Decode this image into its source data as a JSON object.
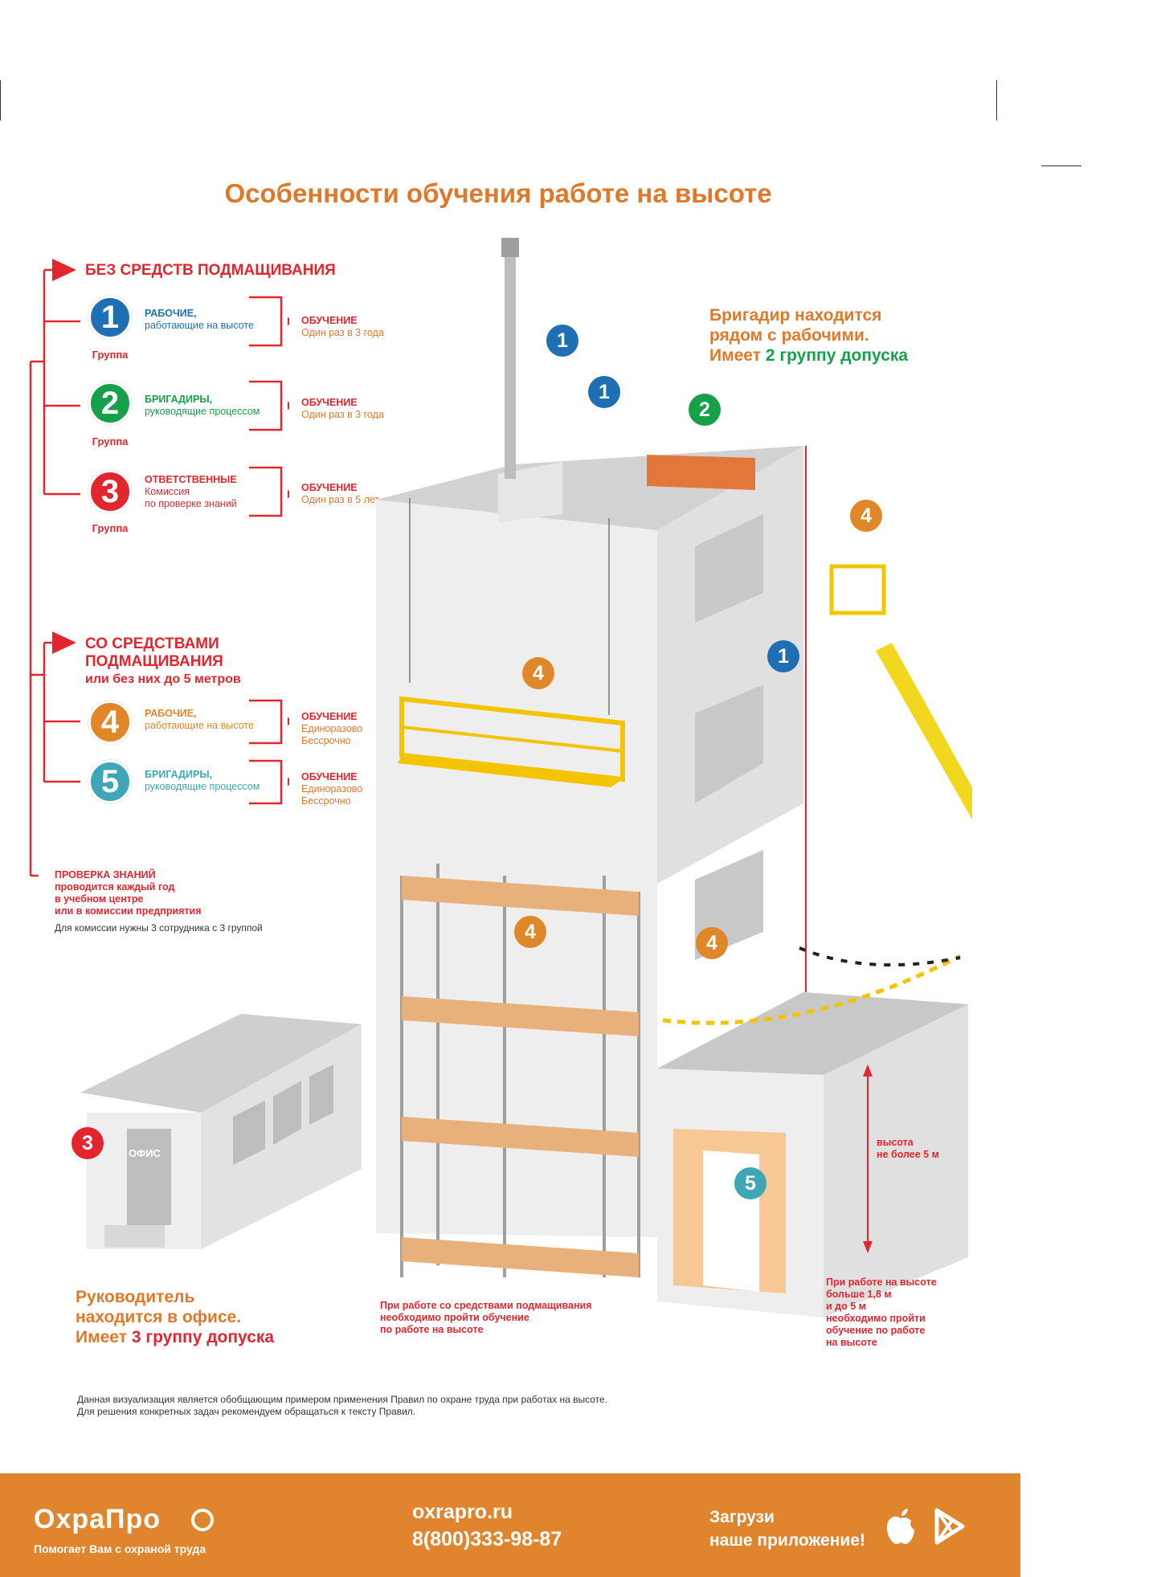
{
  "title": "Особенности обучения работе на высоте",
  "colors": {
    "accent_orange": "#E0782A",
    "red": "#E3262E",
    "group1": "#1F6FB5",
    "group2": "#16A04A",
    "group3": "#E3262E",
    "group4": "#E0872A",
    "group5": "#3FA6B8",
    "footer_bg": "#E0842E"
  },
  "section_without": {
    "heading": "БЕЗ СРЕДСТВ ПОДМАЩИВАНИЯ",
    "groups": [
      {
        "number": "1",
        "group_word": "Группа",
        "role_title": "РАБОЧИЕ,",
        "role_sub": "работающие на высоте",
        "training_head": "ОБУЧЕНИЕ",
        "training_text": "Один раз в 3 года"
      },
      {
        "number": "2",
        "group_word": "Группа",
        "role_title": "БРИГАДИРЫ,",
        "role_sub": "руководящие процессом",
        "training_head": "ОБУЧЕНИЕ",
        "training_text": "Один раз в 3 года"
      },
      {
        "number": "3",
        "group_word": "Группа",
        "role_title": "ОТВЕТСТВЕННЫЕ",
        "role_sub": "Комиссия",
        "role_sub2": "по проверке знаний",
        "training_head": "ОБУЧЕНИЕ",
        "training_text": "Один раз в 5 лет"
      }
    ]
  },
  "section_with": {
    "heading_line1": "СО СРЕДСТВАМИ",
    "heading_line2": "ПОДМАЩИВАНИЯ",
    "heading_line3": "или без них до 5 метров",
    "groups": [
      {
        "number": "4",
        "role_title": "РАБОЧИЕ,",
        "role_sub": "работающие на высоте",
        "training_head": "ОБУЧЕНИЕ",
        "training_text1": "Единоразово",
        "training_text2": "Бессрочно"
      },
      {
        "number": "5",
        "role_title": "БРИГАДИРЫ,",
        "role_sub": "руководящие процессом",
        "training_head": "ОБУЧЕНИЕ",
        "training_text1": "Единоразово",
        "training_text2": "Бессрочно"
      }
    ]
  },
  "knowledge_check": {
    "line1": "ПРОВЕРКА ЗНАНИЙ",
    "line2": "проводится каждый год",
    "line3": "в учебном центре",
    "line4": "или в комиссии предприятия",
    "commission": "Для комиссии нужны 3 сотрудника с 3 группой"
  },
  "brigadier_note": {
    "line1": "Бригадир находится",
    "line2": "рядом с рабочими.",
    "line3_a": "Имеет ",
    "line3_b": "2 группу допуска"
  },
  "manager_note": {
    "line1": "Руководитель",
    "line2": "находится в офисе.",
    "line3_a": "Имеет ",
    "line3_b": "3 группу допуска"
  },
  "office_sign": "ОФИС",
  "height_label": {
    "line1": "высота",
    "line2": "не более 5 м"
  },
  "scaffold_note": {
    "line1": "При работе со средствами подмащивания",
    "line2": "необходимо пройти обучение",
    "line3": "по работе на высоте"
  },
  "height_note": {
    "line1": "При работе на высоте",
    "line2": "больше 1,8 м",
    "line3": "и до 5 м",
    "line4": "необходимо пройти",
    "line5": "обучение по работе",
    "line6": "на высоте"
  },
  "pins": [
    "1",
    "1",
    "2",
    "4",
    "1",
    "4",
    "4",
    "4",
    "3",
    "5"
  ],
  "disclaimer": {
    "line1": "Данная визуализация является обобщающим примером применения Правил по охране труда при работах на высоте.",
    "line2": "Для решения конкретных задач рекомендуем обращаться к тексту Правил."
  },
  "footer": {
    "brand": "ОхраПро",
    "tagline": "Помогает Вам с охраной труда",
    "site": "oxrapro.ru",
    "phone": "8(800)333-98-87",
    "app_line1": "Загрузи",
    "app_line2": "наше приложение!",
    "icons": [
      "apple-icon",
      "play-store-icon"
    ]
  }
}
